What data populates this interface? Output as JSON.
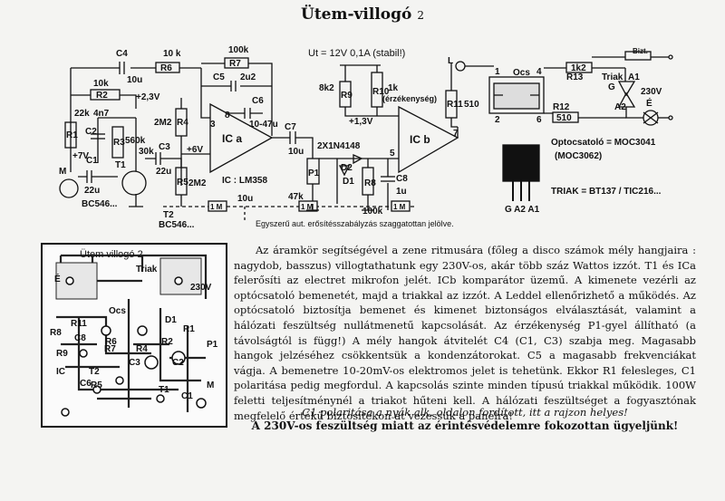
{
  "title": "Ütem-villogó",
  "page_number": "2",
  "supply": "Ut = 12V 0,1A (stabil!)",
  "opto_label": "Optocsatoló = MOC3041",
  "opto_alt": "(MOC3062)",
  "triak_label": "TRIAK = BT137 / TIC216...",
  "ic_label": "IC : LM358",
  "footnote": "Egyszerű aut. erősítésszabályzás szaggatottan jelölve.",
  "labels": {
    "c4": "C4",
    "r6": "R6",
    "r6v": "10 k",
    "c4v": "10u",
    "r7v": "100k",
    "r7": "R7",
    "c5": "C5",
    "c5v": "2u2",
    "r2": "R2",
    "r2v": "10k",
    "v23": "+2,3V",
    "r1v": "22k",
    "c2v": "4n7",
    "c2": "C2",
    "r1": "R1",
    "t1": "T1",
    "r3v": "560k",
    "r3": "R3",
    "v7": "+7V",
    "c1": "C1",
    "c1v": "22u",
    "m": "M",
    "bc": "BC546...",
    "t2": "T2",
    "bc2": "BC546...",
    "c3": "C3",
    "c3v": "22u",
    "v30k": "30k",
    "r4v": "2M2",
    "r4": "R4",
    "r5v": "2M2",
    "r5": "R5",
    "v6": "+6V",
    "ica": "IC a",
    "c6": "C6",
    "c6v": "10-47u",
    "c7": "C7",
    "c7v": "10u",
    "diodes": "2X1N4148",
    "d2": "D2",
    "d1": "D1",
    "p1": "P1",
    "p1v": "47k",
    "m1": "1 M",
    "m2": "1 M",
    "m3": "1 M",
    "c10u": "10u",
    "r9v": "8k2",
    "r9": "R9",
    "r10": "R10",
    "r10v": "1k",
    "ersz": "(érzékenység)",
    "v13": "+1,3V",
    "r8": "R8",
    "r8v": "100k",
    "c8": "C8",
    "c8v": "1u",
    "icb": "IC b",
    "r11": "R11",
    "r11v": "510",
    "led": "L",
    "ocs": "Ocs",
    "r13": "R13",
    "r13v": "1k2",
    "triak": "Triak",
    "bizt": "Bizt.",
    "v230": "230V",
    "g": "G",
    "a1": "A1",
    "a2": "A2",
    "r12": "R12",
    "r12v": "510",
    "e": "É",
    "pin1": "1",
    "pin2": "2",
    "pin3": "3",
    "pin4": "4",
    "pin5": "5",
    "pin6": "6",
    "pin7": "7",
    "pin8": "8",
    "ga2a1": "G A2 A1"
  },
  "pcb": {
    "title": "Ütem villogó 2",
    "labels": [
      "É",
      "Triak",
      "Ocs",
      "R11",
      "C8",
      "R8",
      "R7",
      "R9",
      "R2",
      "T2",
      "IC",
      "C3",
      "C2",
      "R6",
      "R5",
      "T1",
      "C1",
      "P1",
      "230V",
      "C6",
      "R4",
      "R1",
      "M",
      "D1"
    ]
  },
  "description": "Az áramkör segítségével a zene ritmusára (főleg a disco számok mély hangjaira : nagydob, basszus) villogtathatunk egy 230V-os, akár több száz Wattos izzót. T1 és ICa felerősíti az electret mikrofon jelét. ICb komparátor üzemű. A kimenete vezérli az optócsatoló bemenetét, majd a triakkal az izzót. A Leddel ellenőrizhető a működés. Az optócsatoló biztosítja bemenet és kimenet biztonságos elválasztását, valamint a hálózati feszültség nullátmenetű kapcsolását. Az érzékenység P1-gyel állítható (a távolságtól is függ!) A mély hangok átvitelét C4 (C1, C3) szabja meg. Magasabb hangok jelzéséhez csökkentsük a kondenzátorokat. C5 a magasabb frekvenciákat vágja. A bemenetre 10-20mV-os elektromos jelet is tehetünk. Ekkor R1 felesleges, C1 polaritása pedig megfordul. A kapcsolás szinte minden típusú triakkal működik. 100W feletti teljesítménynél a triakot hűteni kell. A hálózati feszültséget a fogyasztónak megfelelő értékű biztosítékon át vezessük a panelra!",
  "note": "C1 polaritása a nyák alk. oldalon fordított, itt a rajzon helyes!",
  "warning": "A 230V-os feszültség miatt az érintésvédelemre fokozottan ügyeljünk!"
}
